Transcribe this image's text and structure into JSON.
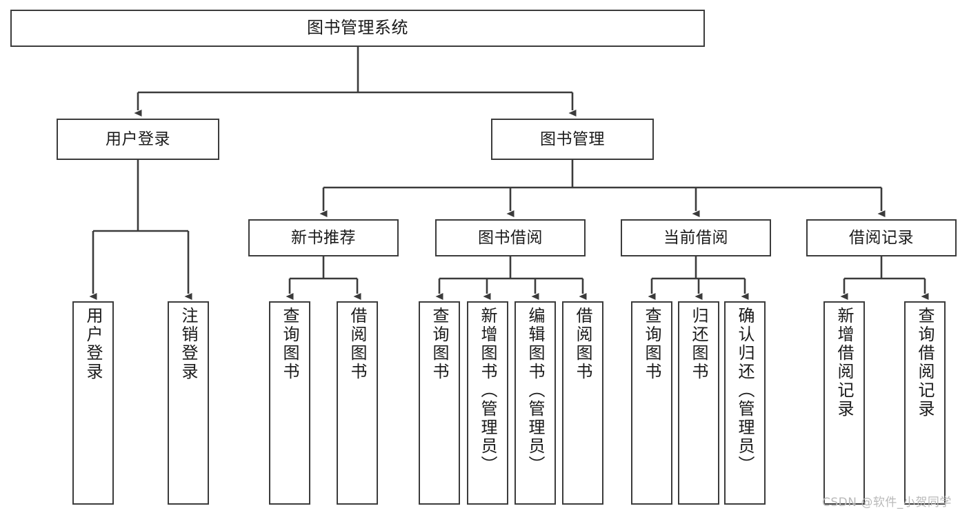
{
  "diagram": {
    "title": "图书管理系统",
    "watermark": "CSDN @软件_小贺同学",
    "line_color": "#3b3b3b",
    "box_fill": "#ffffff",
    "text_color": "#1a1a1a",
    "nodes": {
      "root": "图书管理系统",
      "user_login": "用户登录",
      "book_manage": "图书管理",
      "new_book_rec": "新书推荐",
      "book_borrow": "图书借阅",
      "current_borrow": "当前借阅",
      "borrow_record": "借阅记录",
      "leaf_user_login": "用户登录",
      "leaf_logout_login": "注销登录",
      "leaf_query_book_1": "查询图书",
      "leaf_borrow_book_1": "借阅图书",
      "leaf_query_book_2": "查询图书",
      "leaf_add_book_admin": "新增图书（管理员）",
      "leaf_edit_book_admin": "编辑图书（管理员）",
      "leaf_borrow_book_2": "借阅图书",
      "leaf_query_book_3": "查询图书",
      "leaf_return_book": "归还图书",
      "leaf_confirm_return_admin": "确认归还（管理员）",
      "leaf_add_borrow_record": "新增借阅记录",
      "leaf_query_borrow_record": "查询借阅记录"
    }
  }
}
